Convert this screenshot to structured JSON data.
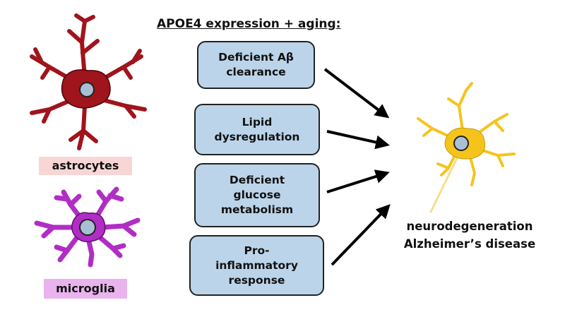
{
  "title": "APOE4 expression + aging:",
  "mechanisms": [
    {
      "label": "Deficient Aβ\nclearance"
    },
    {
      "label": "Lipid\ndysregulation"
    },
    {
      "label": "Deficient\nglucose\nmetabolism"
    },
    {
      "label": "Pro-\ninflammatory\nresponse"
    }
  ],
  "cells": {
    "astrocytes": {
      "label": "astrocytes",
      "color": "#a0141c"
    },
    "microglia": {
      "label": "microglia",
      "color": "#b02ec4"
    },
    "neuron": {
      "color": "#f5c41c"
    },
    "nucleus_color": "#a9bfd6"
  },
  "outcome": {
    "line1": "neurodegeneration",
    "line2": "Alzheimer’s disease"
  },
  "colors": {
    "box_fill": "#bcd4ea",
    "arrow": "#000000"
  }
}
